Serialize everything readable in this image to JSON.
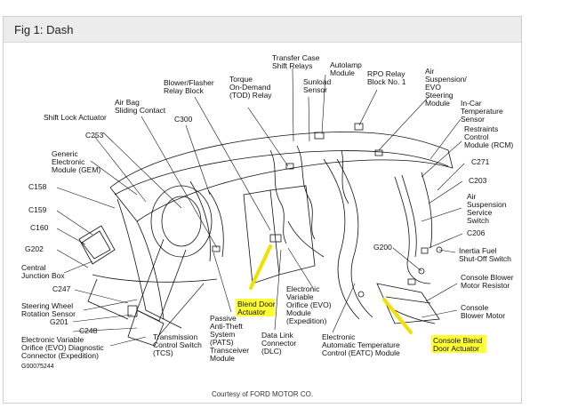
{
  "figure": {
    "title": "Fig 1: Dash",
    "code": "G00075244",
    "credit": "Courtesy of FORD MOTOR CO."
  },
  "labels": {
    "transfer_case_1": "Transfer Case",
    "transfer_case_2": "Shift Relays",
    "autolamp_1": "Autolamp",
    "autolamp_2": "Module",
    "sunload_1": "Sunload",
    "sunload_2": "Sensor",
    "rpo_1": "RPO Relay",
    "rpo_2": "Block No. 1",
    "air_susp_evo_1": "Air",
    "air_susp_evo_2": "Suspension/",
    "air_susp_evo_3": "EVO",
    "air_susp_evo_4": "Steering",
    "air_susp_evo_5": "Module",
    "blower_flasher_1": "Blower/Flasher",
    "blower_flasher_2": "Relay Block",
    "torque_1": "Torque",
    "torque_2": "On-Demand",
    "torque_3": "(TOD) Relay",
    "incar_1": "In-Car",
    "incar_2": "Temperature",
    "incar_3": "Sensor",
    "airbag_1": "Air Bag",
    "airbag_2": "Sliding Contact",
    "shift_lock": "Shift Lock Actuator",
    "c300": "C300",
    "restraints_1": "Restraints",
    "restraints_2": "Control",
    "restraints_3": "Module (RCM)",
    "c253": "C253",
    "c271": "C271",
    "gem_1": "Generic",
    "gem_2": "Electronic",
    "gem_3": "Module (GEM)",
    "c203": "C203",
    "c158": "C158",
    "ass_1": "Air",
    "ass_2": "Suspension",
    "ass_3": "Service",
    "ass_4": "Switch",
    "c159": "C159",
    "c206": "C206",
    "c160": "C160",
    "g202": "G202",
    "inertia_1": "Inertia Fuel",
    "inertia_2": "Shut-Off Switch",
    "g200": "G200",
    "cjb_1": "Central",
    "cjb_2": "Junction Box",
    "cbmr_1": "Console Blower",
    "cbmr_2": "Motor Resistor",
    "c247": "C247",
    "evo_mod_1": "Electronic",
    "evo_mod_2": "Variable",
    "evo_mod_3": "Orifice (EVO)",
    "evo_mod_4": "Module",
    "evo_mod_5": "(Expedition)",
    "blend_1": "Blend Door",
    "blend_2": "Actuator",
    "swrs_1": "Steering Wheel",
    "swrs_2": "Rotation Sensor",
    "cbm_1": "Console",
    "cbm_2": "Blower Motor",
    "g201": "G201",
    "pats_1": "Passive",
    "pats_2": "Anti-Theft",
    "pats_3": "System",
    "pats_4": "(PATS)",
    "pats_5": "Transceiver",
    "pats_6": "Module",
    "c248": "C248",
    "tcs_1": "Transmission",
    "tcs_2": "Control Switch",
    "tcs_3": "(TCS)",
    "dlc_1": "Data Link",
    "dlc_2": "Connector",
    "dlc_3": "(DLC)",
    "eatc_1": "Electronic",
    "eatc_2": "Automatic Temperature",
    "eatc_3": "Control (EATC) Module",
    "cbda_1": "Console Blend",
    "cbda_2": "Door Actuator",
    "evo_diag_1": "Electronic Variable",
    "evo_diag_2": "Orifice (EVO) Diagnostic",
    "evo_diag_3": "Connector (Expedition)"
  },
  "colors": {
    "highlight": "#ffff33",
    "arrow": "#f2e000",
    "line": "#111111",
    "header_bg": "#ececec"
  }
}
